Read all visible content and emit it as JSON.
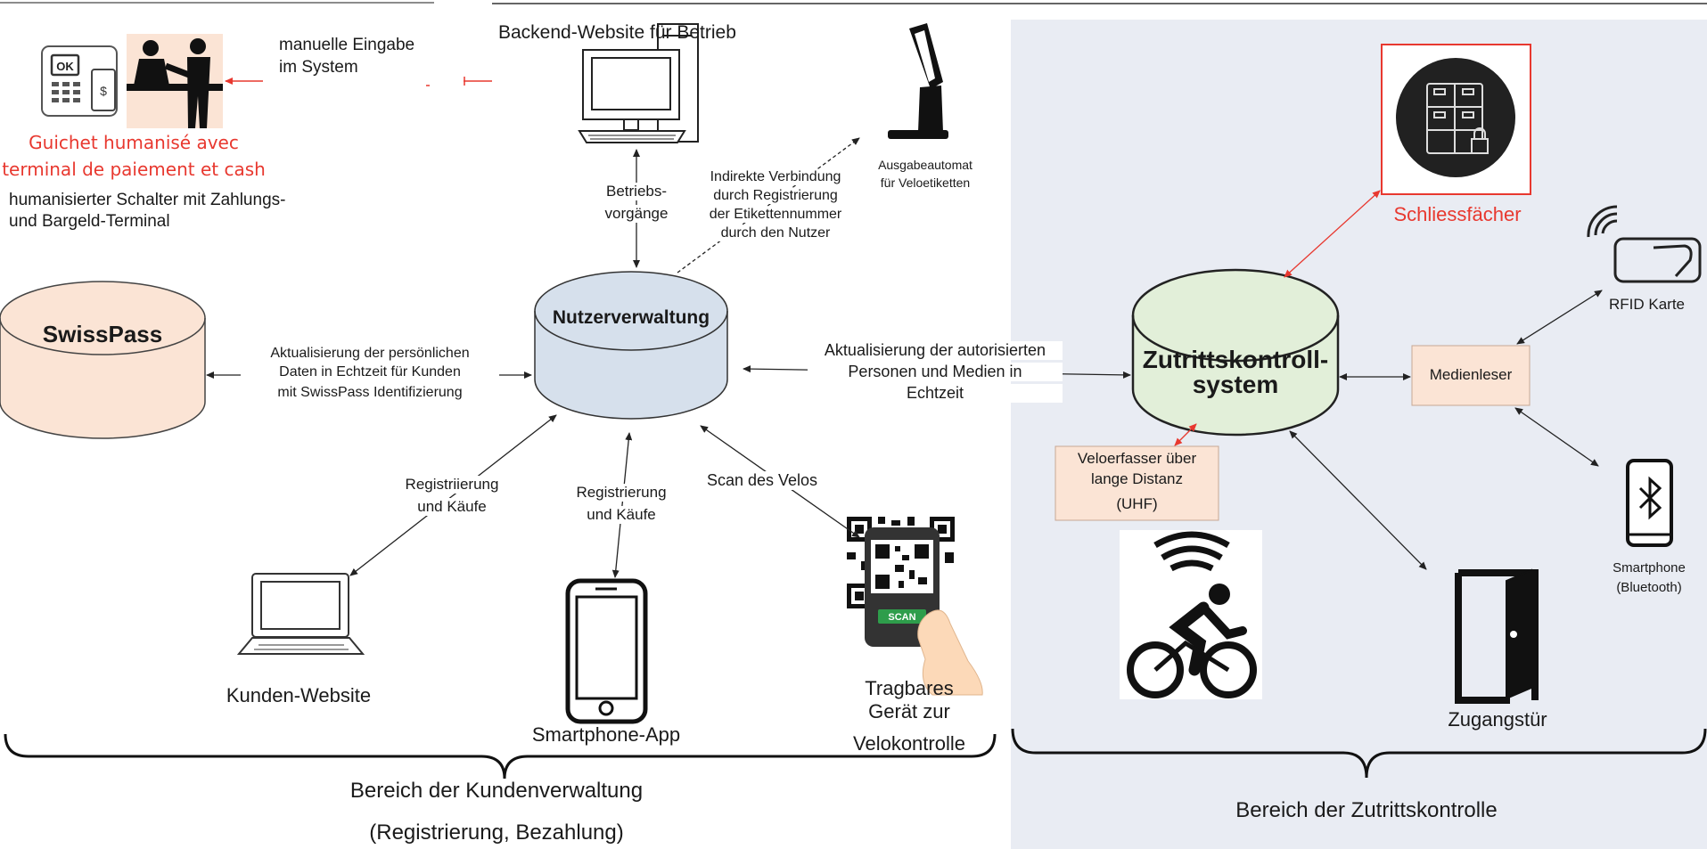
{
  "counter": {
    "icon": "cashier-counter-icon",
    "manual_entry_line1": "manuelle Eingabe",
    "manual_entry_line2": "im System",
    "french_line1": "Guichet humanisé avec",
    "french_line2": "terminal de paiement et cash",
    "german_line1": "humanisierter Schalter mit Zahlungs-",
    "german_line2": "und Bargeld-Terminal",
    "accent_color": "#e8382f"
  },
  "backend": {
    "label": "Backend-Website für Betrieb",
    "icon": "desktop-computer-icon"
  },
  "operations_edge": {
    "line1": "Betriebs-",
    "line2": "vorgänge"
  },
  "indirect_edge": {
    "line1": "Indirekte Verbindung",
    "line2": "durch Registrierung",
    "line3": "der Etikettennummer",
    "line4": "durch den Nutzer"
  },
  "kiosk": {
    "line1": "Ausgabeautomat",
    "line2": "für Veloetiketten",
    "icon": "kiosk-icon"
  },
  "swisspass": {
    "label": "SwissPass",
    "fill": "#fbe4d5"
  },
  "swisspass_edge": {
    "line1": "Aktualisierung der persönlichen",
    "line2": "Daten in Echtzeit für Kunden",
    "line3": "mit SwissPass Identifizierung"
  },
  "user_management": {
    "label": "Nutzerverwaltung",
    "fill": "#d6e0ec"
  },
  "access_edge": {
    "line1": "Aktualisierung der autorisierten",
    "line2": "Personen und Medien in",
    "line3": "Echtzeit"
  },
  "access_control": {
    "line1": "Zutrittskontroll-",
    "line2": "system",
    "fill": "#e2efd9"
  },
  "lockers": {
    "label": "Schliessfächer",
    "icon": "locker-icon",
    "accent_color": "#e8382f"
  },
  "rfid": {
    "label": "RFID Karte",
    "icon": "rfid-card-icon"
  },
  "media_reader": {
    "label": "Medienleser"
  },
  "smartphone_bt": {
    "line1": "Smartphone",
    "line2": "(Bluetooth)",
    "icon": "bluetooth-phone-icon"
  },
  "uhf": {
    "line1": "Veloerfasser über",
    "line2": "lange Distanz",
    "line3": "(UHF)"
  },
  "cyclist": {
    "icon": "cyclist-wifi-icon"
  },
  "door": {
    "label": "Zugangstür",
    "icon": "door-icon"
  },
  "web_edge": {
    "line1": "Registriierung",
    "line2": "und Käufe"
  },
  "app_edge": {
    "line1": "Registrierung",
    "line2": "und Käufe"
  },
  "scan_edge": {
    "label": "Scan des Velos"
  },
  "customer_website": {
    "label": "Kunden-Website",
    "icon": "laptop-icon"
  },
  "smartphone_app": {
    "label": "Smartphone-App",
    "icon": "smartphone-icon"
  },
  "wearable": {
    "line1": "Tragbares",
    "line2": "Gerät zur",
    "line3": "Velokontrolle",
    "icon": "qr-scan-hand-icon",
    "scan_label": "SCAN"
  },
  "customer_area": {
    "line1": "Bereich der Kundenverwaltung",
    "line2": "(Registrierung, Bezahlung)"
  },
  "access_area": {
    "label": "Bereich der Zutrittskontrolle",
    "fill": "#e9ecf3"
  }
}
